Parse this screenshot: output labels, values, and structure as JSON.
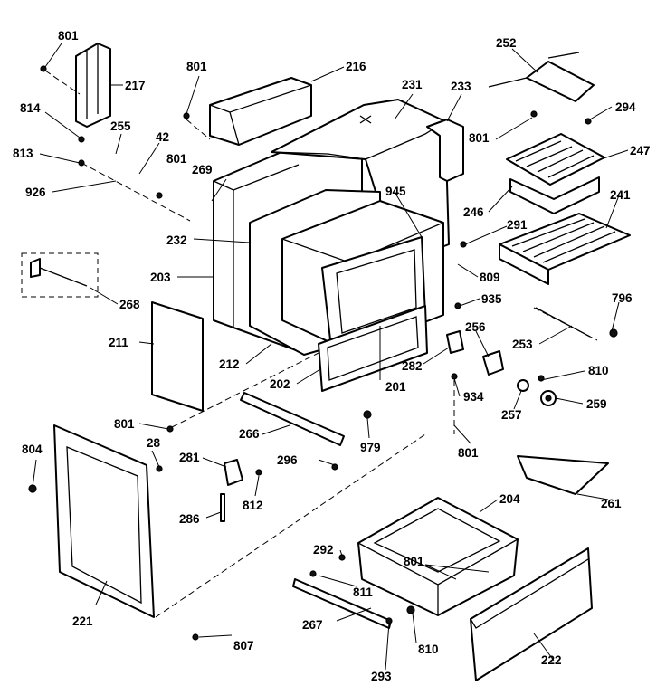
{
  "labels": {
    "p801": "801",
    "p217": "217",
    "p814": "814",
    "p255": "255",
    "p42": "42",
    "p813": "813",
    "p926": "926",
    "p216": "216",
    "p231": "231",
    "p233": "233",
    "p252": "252",
    "p294": "294",
    "p247": "247",
    "p246": "246",
    "p241": "241",
    "p291": "291",
    "p809": "809",
    "p935": "935",
    "p796": "796",
    "p253": "253",
    "p256": "256",
    "p810": "810",
    "p259": "259",
    "p257": "257",
    "p934": "934",
    "p282": "282",
    "p201": "201",
    "p202": "202",
    "p212": "212",
    "p211": "211",
    "p203": "203",
    "p232": "232",
    "p269": "269",
    "p945": "945",
    "p268": "268",
    "p804": "804",
    "p28": "28",
    "p281": "281",
    "p266": "266",
    "p296": "296",
    "p979": "979",
    "p812": "812",
    "p286": "286",
    "p221": "221",
    "p807": "807",
    "p204": "204",
    "p261": "261",
    "p292": "292",
    "p811": "811",
    "p267": "267",
    "p293": "293",
    "p222": "222"
  }
}
